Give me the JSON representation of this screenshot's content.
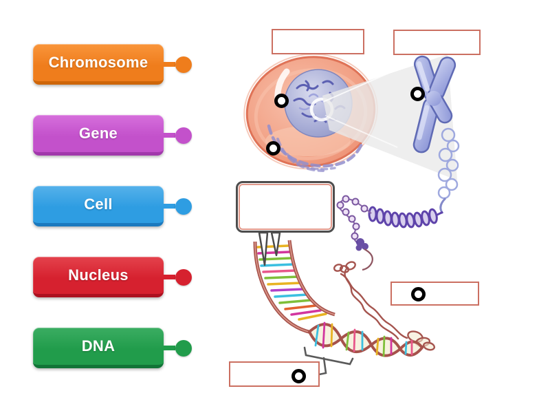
{
  "page": {
    "background_color": "#FFFFFF"
  },
  "word_bank": {
    "text_color": "#FFFFFF",
    "items": [
      {
        "id": "chromosome",
        "label": "Chromosome",
        "color_base": "#EF7D1C",
        "color_light": "#F9953B",
        "color_dark": "#CE660A"
      },
      {
        "id": "gene",
        "label": "Gene",
        "color_base": "#C351CB",
        "color_light": "#D66FDC",
        "color_dark": "#A138AB"
      },
      {
        "id": "cell",
        "label": "Cell",
        "color_base": "#2E9DE2",
        "color_light": "#55B1EA",
        "color_dark": "#1B79BE"
      },
      {
        "id": "nucleus",
        "label": "Nucleus",
        "color_base": "#D6212F",
        "color_light": "#E4424C",
        "color_dark": "#AC1120"
      },
      {
        "id": "dna",
        "label": "DNA",
        "color_base": "#219C4B",
        "color_light": "#3BAD62",
        "color_dark": "#117437"
      }
    ]
  },
  "diagram": {
    "drop_zone_border_color": "#CB6F61",
    "pin_ring_color": "#000000",
    "pin_fill_color": "#FFFFFF",
    "callout_outer_border_color": "#4D4D4D",
    "callout_inner_border_color": "#E2998B",
    "bracket_color": "#5A5A5A",
    "drop_zones": [
      {
        "id": "top-left"
      },
      {
        "id": "top-right"
      },
      {
        "id": "middle-right"
      },
      {
        "id": "bottom"
      }
    ],
    "pins": [
      {
        "id": "on-nucleus"
      },
      {
        "id": "on-cell"
      },
      {
        "id": "on-chromosome"
      },
      {
        "id": "in-middle-right-zone"
      },
      {
        "id": "in-bottom-zone"
      }
    ],
    "parts": [
      "cell",
      "nucleus",
      "magnifier-beam",
      "chromosome",
      "chromatin-fiber",
      "nucleosome-beads",
      "dna-ladder",
      "dna-double-helix",
      "gene-callout",
      "dna-bracket"
    ]
  }
}
